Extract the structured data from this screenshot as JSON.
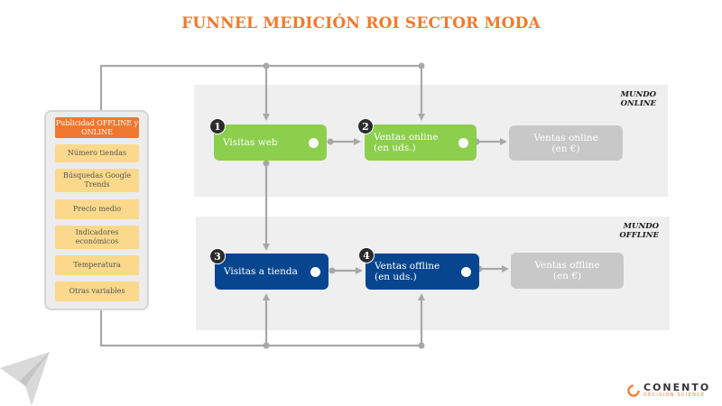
{
  "title": "FUNNEL MEDICIÓN ROI SECTOR MODA",
  "panels": {
    "online": "MUNDO ONLINE",
    "offline": "MUNDO OFFLINE"
  },
  "sidebar": {
    "items": [
      {
        "label": "Publicidad OFFLINE y ONLINE",
        "highlighted": true
      },
      {
        "label": "Número tiendas",
        "highlighted": false
      },
      {
        "label": "Búsquedas Google Trends",
        "highlighted": false
      },
      {
        "label": "Precio medio",
        "highlighted": false
      },
      {
        "label": "Indicadores económicos",
        "highlighted": false
      },
      {
        "label": "Temperatura",
        "highlighted": false
      },
      {
        "label": "Otras variables",
        "highlighted": false
      }
    ]
  },
  "nodes": {
    "n1": {
      "number": "1",
      "label": "Visitas web"
    },
    "n2": {
      "number": "2",
      "label_line1": "Ventas online",
      "label_line2": "(en uds.)"
    },
    "n2_value": {
      "label_line1": "Ventas online",
      "label_line2": "(en €)"
    },
    "n3": {
      "number": "3",
      "label": "Visitas a tienda"
    },
    "n4": {
      "number": "4",
      "label_line1": "Ventas offline",
      "label_line2": "(en uds.)"
    },
    "n4_value": {
      "label_line1": "Ventas offline",
      "label_line2": "(en  €)"
    }
  },
  "logo": {
    "name": "CONENTO",
    "tagline": "DECISION SCIENCE"
  },
  "colors": {
    "accent": "#f07a2e",
    "green": "#8ccf4d",
    "blue": "#08458f",
    "grey": "#c8c8c8",
    "sidebar_item": "#fbd98c",
    "connector": "#a8a8a8"
  }
}
